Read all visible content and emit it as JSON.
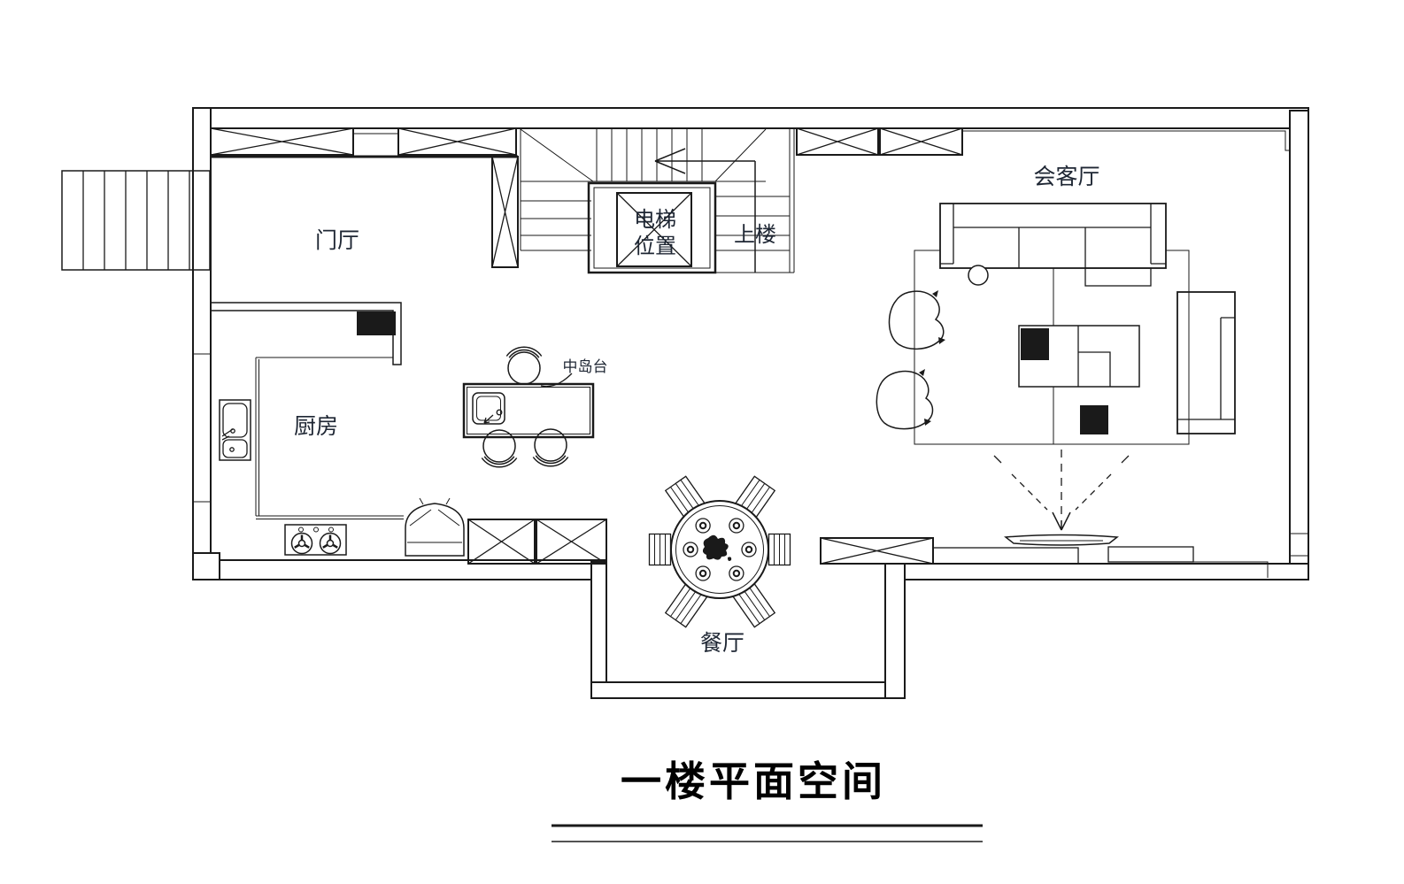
{
  "drawing": {
    "type": "residential floor plan",
    "title": "一楼平面空间",
    "rooms": {
      "foyer": "门厅",
      "kitchen": "厨房",
      "living": "会客厅",
      "dining": "餐厅"
    },
    "annotations": {
      "elevator_line1": "电梯",
      "elevator_line2": "位置",
      "upstairs": "上楼",
      "island": "中岛台"
    },
    "colors": {
      "line": "#1a1a1a",
      "label": "#1e2633",
      "title": "#000000",
      "background": "#ffffff"
    }
  }
}
